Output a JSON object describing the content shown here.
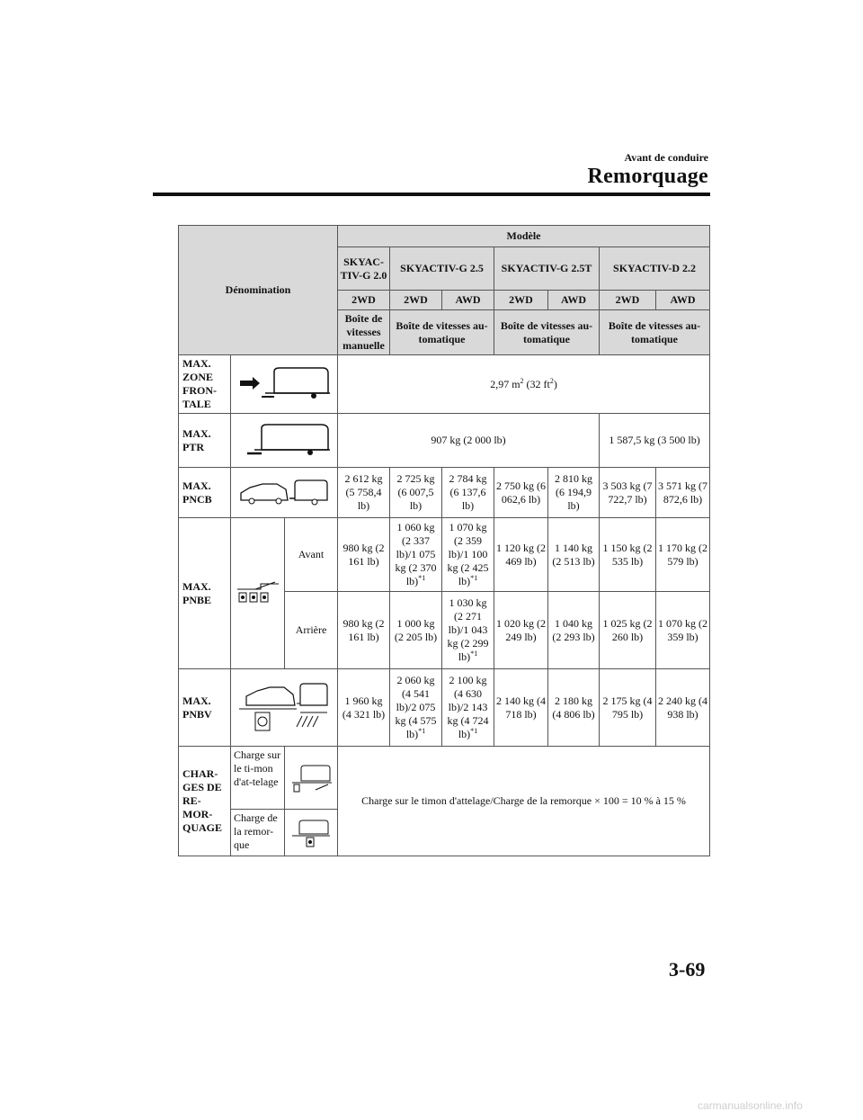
{
  "header": {
    "section": "Avant de conduire",
    "title": "Remorquage"
  },
  "table": {
    "head": {
      "denomination": "Dénomination",
      "modele": "Modèle",
      "engines": [
        "SKYAC-TIV-G 2.0",
        "SKYACTIV-G 2.5",
        "SKYACTIV-G 2.5T",
        "SKYACTIV-D 2.2"
      ],
      "drive": [
        "2WD",
        "2WD",
        "AWD",
        "2WD",
        "AWD",
        "2WD",
        "AWD"
      ],
      "gearbox": [
        "Boîte de vitesses manuelle",
        "Boîte de vitesses au-tomatique",
        "Boîte de vitesses au-tomatique",
        "Boîte de vitesses au-tomatique"
      ]
    },
    "rows": {
      "zone": {
        "label": "MAX. ZONE FRON-TALE",
        "value": "2,97 m",
        "sup1": "2",
        "mid": " (32 ft",
        "sup2": "2",
        "end": ")"
      },
      "ptr": {
        "label": "MAX. PTR",
        "value_a": "907 kg (2 000 lb)",
        "value_b": "1 587,5 kg (3 500 lb)"
      },
      "pncb": {
        "label": "MAX. PNCB",
        "values": [
          "2 612 kg (5 758,4 lb)",
          "2 725 kg (6 007,5 lb)",
          "2 784 kg (6 137,6 lb)",
          "2 750 kg (6 062,6 lb)",
          "2 810 kg (6 194,9 lb)",
          "3 503 kg (7 722,7 lb)",
          "3 571 kg (7 872,6 lb)"
        ]
      },
      "pnbe": {
        "label": "MAX. PNBE",
        "avant_label": "Avant",
        "avant": [
          "980 kg (2 161 lb)",
          "1 060 kg (2 337 lb)/1 075 kg (2 370 lb)",
          "1 070 kg (2 359 lb)/1 100 kg (2 425 lb)",
          "1 120 kg (2 469 lb)",
          "1 140 kg (2 513 lb)",
          "1 150 kg (2 535 lb)",
          "1 170 kg (2 579 lb)"
        ],
        "arriere_label": "Arrière",
        "arriere": [
          "980 kg (2 161 lb)",
          "1 000 kg (2 205 lb)",
          "1 030 kg (2 271 lb)/1 043 kg (2 299 lb)",
          "1 020 kg (2 249 lb)",
          "1 040 kg (2 293 lb)",
          "1 025 kg (2 260 lb)",
          "1 070 kg (2 359 lb)"
        ]
      },
      "pnbv": {
        "label": "MAX. PNBV",
        "values": [
          "1 960 kg (4 321 lb)",
          "2 060 kg (4 541 lb)/2 075 kg (4 575 lb)",
          "2 100 kg (4 630 lb)/2 143 kg (4 724 lb)",
          "2 140 kg (4 718 lb)",
          "2 180 kg (4 806 lb)",
          "2 175 kg (4 795 lb)",
          "2 240 kg (4 938 lb)"
        ]
      },
      "charges": {
        "label": "CHAR-GES DE RE-MOR-QUAGE",
        "sub1": "Charge sur le ti-mon d'at-telage",
        "sub2": "Charge de la remor-que",
        "formula": "Charge sur le timon d'attelage/Charge de la remorque × 100 = 10 % à 15 %"
      },
      "footnote_mark": "*1"
    }
  },
  "page_number": "3-69",
  "footer": "carmanualsonline.info"
}
